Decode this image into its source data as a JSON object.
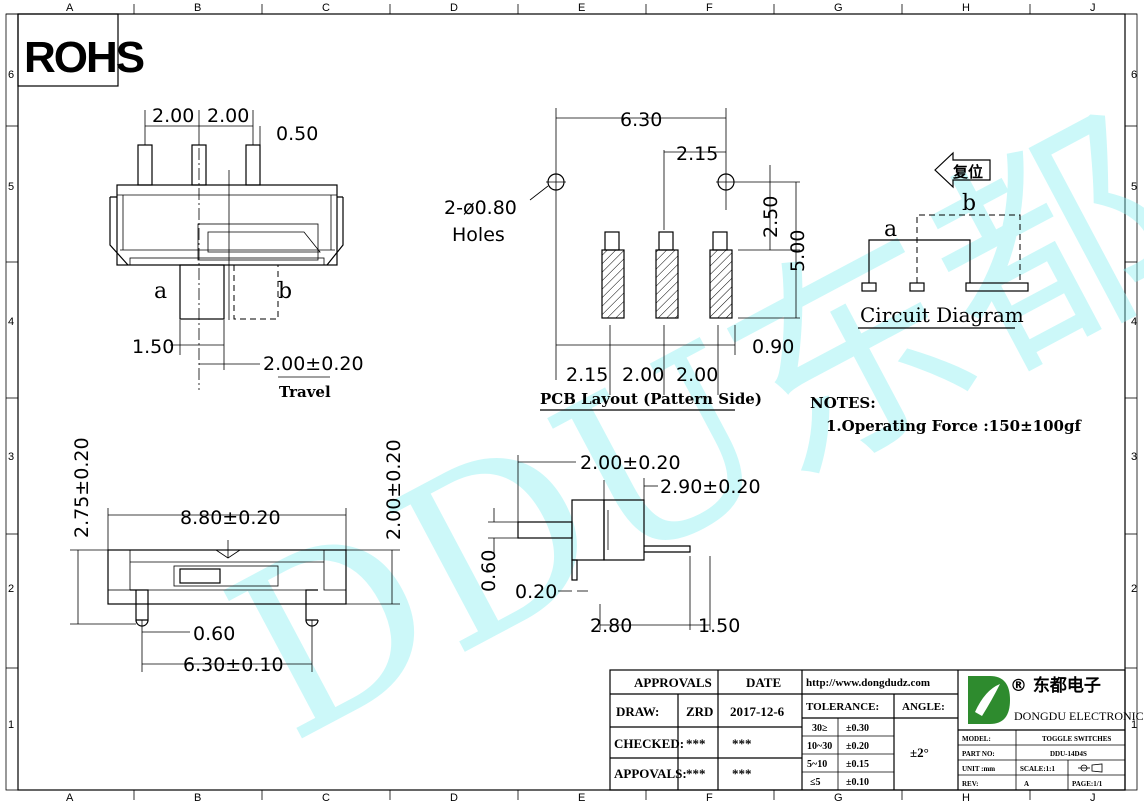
{
  "frame": {
    "cols": [
      "A",
      "B",
      "C",
      "D",
      "E",
      "F",
      "G",
      "H",
      "J"
    ],
    "rows": [
      "6",
      "5",
      "4",
      "3",
      "2",
      "1"
    ]
  },
  "rohs_label": "ROHS",
  "watermark": "DDU东都",
  "top_view": {
    "dim_pitch_1": "2.00",
    "dim_pitch_2": "2.00",
    "dim_pin_width": "0.50",
    "label_a": "a",
    "label_b": "b",
    "dim_actuator": "1.50",
    "dim_travel": "2.00±0.20",
    "travel_label": "Travel"
  },
  "pcb_layout": {
    "dim_overall": "6.30",
    "dim_hole_offset": "2.15",
    "holes_spec": "2-ø0.80",
    "holes_label": "Holes",
    "dim_250": "2.50",
    "dim_500": "5.00",
    "dim_bottom_1": "2.15",
    "dim_bottom_2": "2.00",
    "dim_bottom_3": "2.00",
    "dim_pad": "0.90",
    "title": "PCB Layout (Pattern Side)"
  },
  "circuit": {
    "reset_label": "复位",
    "label_a": "a",
    "label_b": "b",
    "title": "Circuit Diagram"
  },
  "notes": {
    "title": "NOTES:",
    "line1": "1.Operating Force :150±100gf"
  },
  "front_view": {
    "dim_height_total": "2.75±0.20",
    "dim_width": "8.80±0.20",
    "dim_height_body": "2.00±0.20",
    "dim_leg": "0.60",
    "dim_leg_span": "6.30±0.10"
  },
  "side_view": {
    "dim_1": "2.00±0.20",
    "dim_2": "2.90±0.20",
    "dim_3": "0.60",
    "dim_4": "0.20",
    "dim_5": "2.80",
    "dim_6": "1.50"
  },
  "title_block": {
    "approvals_header": "APPROVALS",
    "date_header": "DATE",
    "draw_label": "DRAW:",
    "draw_name": "ZRD",
    "draw_date": "2017-12-6",
    "checked_label": "CHECKED:",
    "checked_name": "***",
    "checked_date": "***",
    "approvals_label": "APPOVALS:",
    "approvals_name": "***",
    "approvals_date": "***",
    "website": "http://www.dongdudz.com",
    "tolerance_label": "TOLERANCE:",
    "angle_label": "ANGLE:",
    "tol_rows": [
      {
        "range": "30≥",
        "tol": "±0.30"
      },
      {
        "range": "10~30",
        "tol": "±0.20"
      },
      {
        "range": "5~10",
        "tol": "±0.15"
      },
      {
        "range": "≤5",
        "tol": "±0.10"
      }
    ],
    "angle_value": "±2°",
    "company_cn": "® 东都电子",
    "company_en": "DONGDU ELECTRONICS",
    "model_label": "MODEL:",
    "model_value": "TOGGLE SWITCHES",
    "part_label": "PART NO:",
    "part_value": "DDU-14D4S",
    "unit_label": "UNIT :mm",
    "scale_label": "SCALE:1:1",
    "rev_label": "REV:",
    "rev_value": "A",
    "page_label": "PAGE:1/1",
    "logo_letter": "D"
  }
}
